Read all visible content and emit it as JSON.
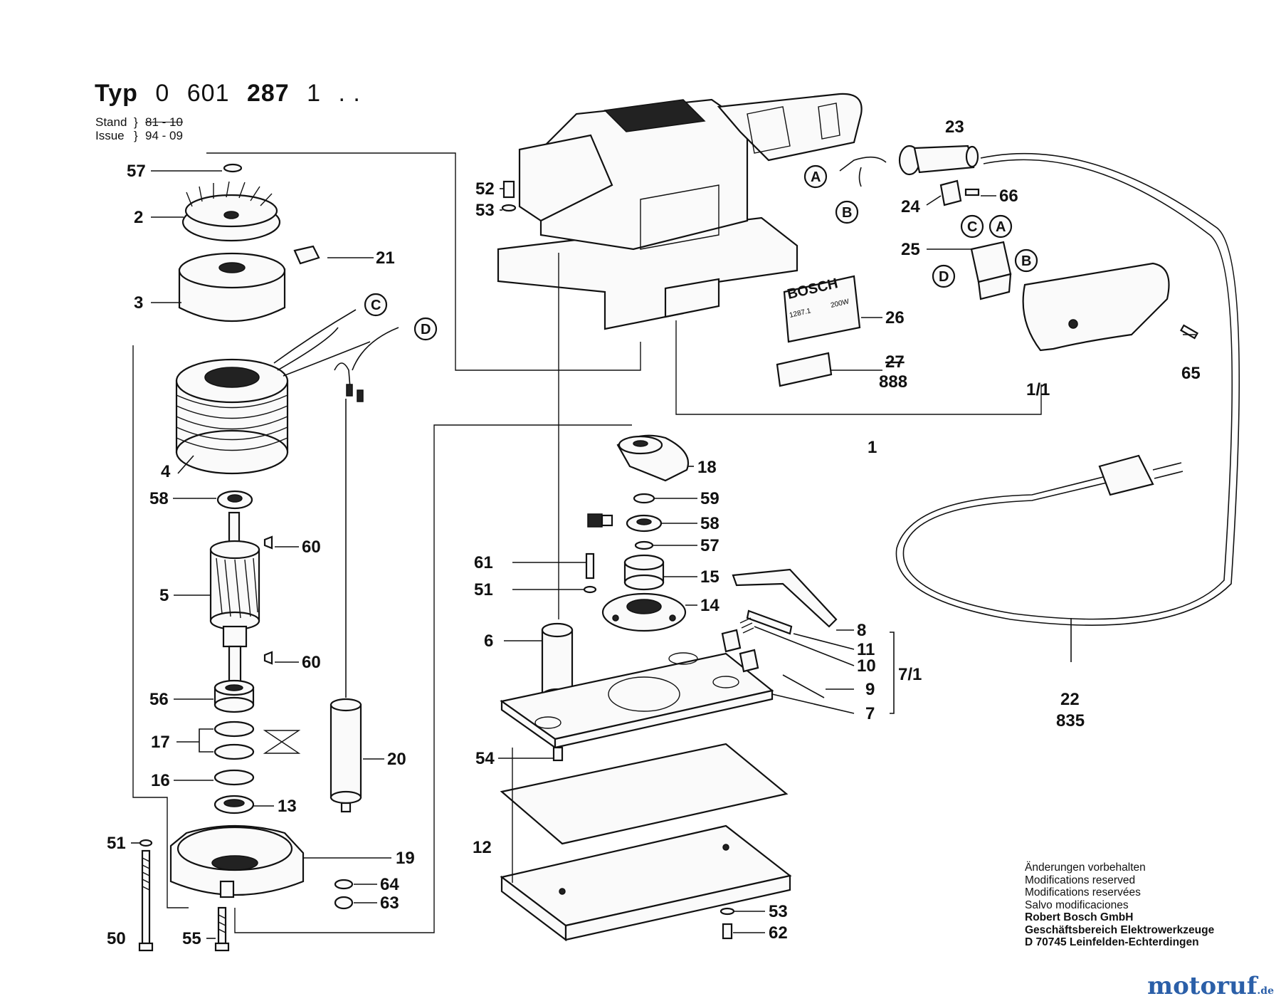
{
  "header": {
    "typ_label": "Typ",
    "type_parts": [
      "0",
      "601",
      "287",
      "1",
      ". ."
    ],
    "stand_label": "Stand",
    "issue_label": "Issue",
    "stand_value": "81 - 10",
    "issue_value": "94 - 09"
  },
  "part_labels": {
    "p57a": "57",
    "p2": "2",
    "p21": "21",
    "p3": "3",
    "p4": "4",
    "p58a": "58",
    "p60a": "60",
    "p5": "5",
    "p60b": "60",
    "p56": "56",
    "p17": "17",
    "p16": "16",
    "p13": "13",
    "p20": "20",
    "p51a": "51",
    "p19": "19",
    "p64": "64",
    "p63": "63",
    "p50": "50",
    "p55": "55",
    "p52": "52",
    "p53a": "53",
    "p23": "23",
    "p66": "66",
    "p24": "24",
    "p25": "25",
    "p26": "26",
    "p27": "27",
    "p888": "888",
    "p65": "65",
    "p11_1": "1/1",
    "p1": "1",
    "p18": "18",
    "p59": "59",
    "p58b": "58",
    "p57b": "57",
    "p61": "61",
    "p15": "15",
    "p51b": "51",
    "p14": "14",
    "p6": "6",
    "p8": "8",
    "p11": "11",
    "p10": "10",
    "p7_1": "7/1",
    "p9": "9",
    "p7": "7",
    "p54": "54",
    "p12": "12",
    "p53b": "53",
    "p62": "62",
    "p22": "22",
    "p835": "835"
  },
  "wire_markers": {
    "c1": "C",
    "d1": "D",
    "a1": "A",
    "b1": "B",
    "c2": "C",
    "a2": "A",
    "d2": "D",
    "b2": "B"
  },
  "nameplate": {
    "brand": "BOSCH",
    "model": "1287.1",
    "power": "200W"
  },
  "notes": {
    "de": "Änderungen vorbehalten",
    "en": "Modifications reserved",
    "fr": "Modifications reservées",
    "es": "Salvo modificaciones",
    "company": "Robert Bosch GmbH",
    "division": "Geschäftsbereich Elektrowerkzeuge",
    "address": "D 70745 Leinfelden-Echterdingen"
  },
  "watermark": {
    "name": "motoruf",
    "tld": ".de"
  }
}
